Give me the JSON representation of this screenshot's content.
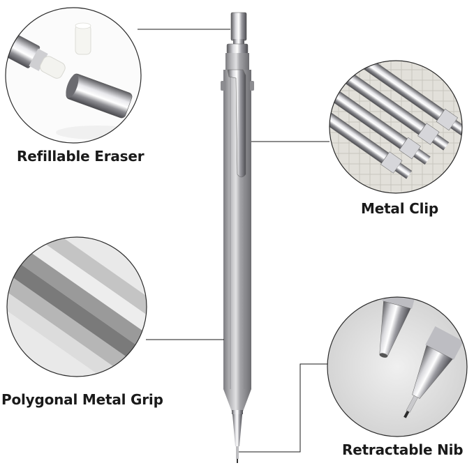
{
  "features": {
    "eraser": {
      "label": "Refillable Eraser"
    },
    "clip": {
      "label": "Metal Clip"
    },
    "grip": {
      "label": "Polygonal Metal Grip"
    },
    "nib": {
      "label": "Retractable Nib"
    }
  },
  "colors": {
    "pencil_body": "#9a9a9c",
    "pencil_highlight": "#d4d4d6",
    "pencil_shadow": "#6f6f72",
    "callout_line": "#1a1a1a",
    "circle_border": "#2a2a2a",
    "eraser_white": "#f3f3ef",
    "paper_grid": "#d9d7d0",
    "background": "#ffffff"
  }
}
